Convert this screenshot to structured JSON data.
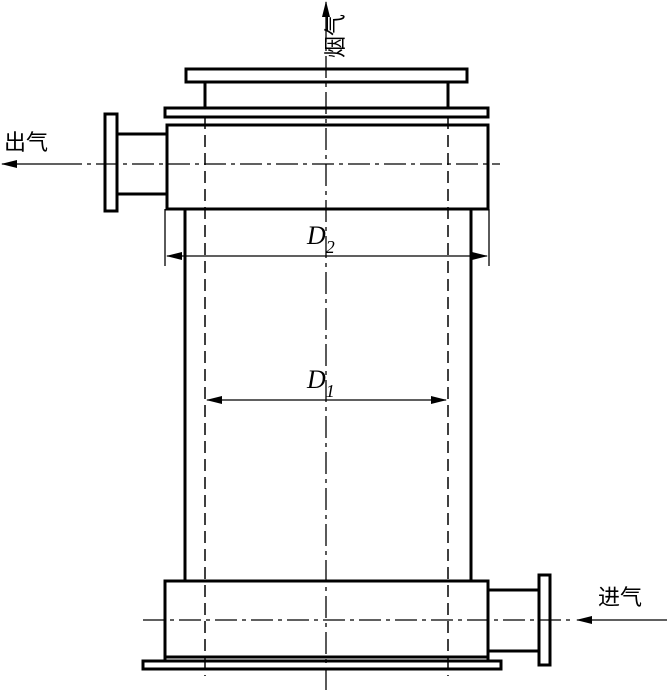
{
  "labels": {
    "top_outlet": "烟气",
    "left_outlet": "出气",
    "right_inlet": "进气",
    "d2_main": "D",
    "d2_sub": "2",
    "d1_main": "D",
    "d1_sub": "1"
  },
  "colors": {
    "stroke": "#000000",
    "background": "#ffffff"
  }
}
